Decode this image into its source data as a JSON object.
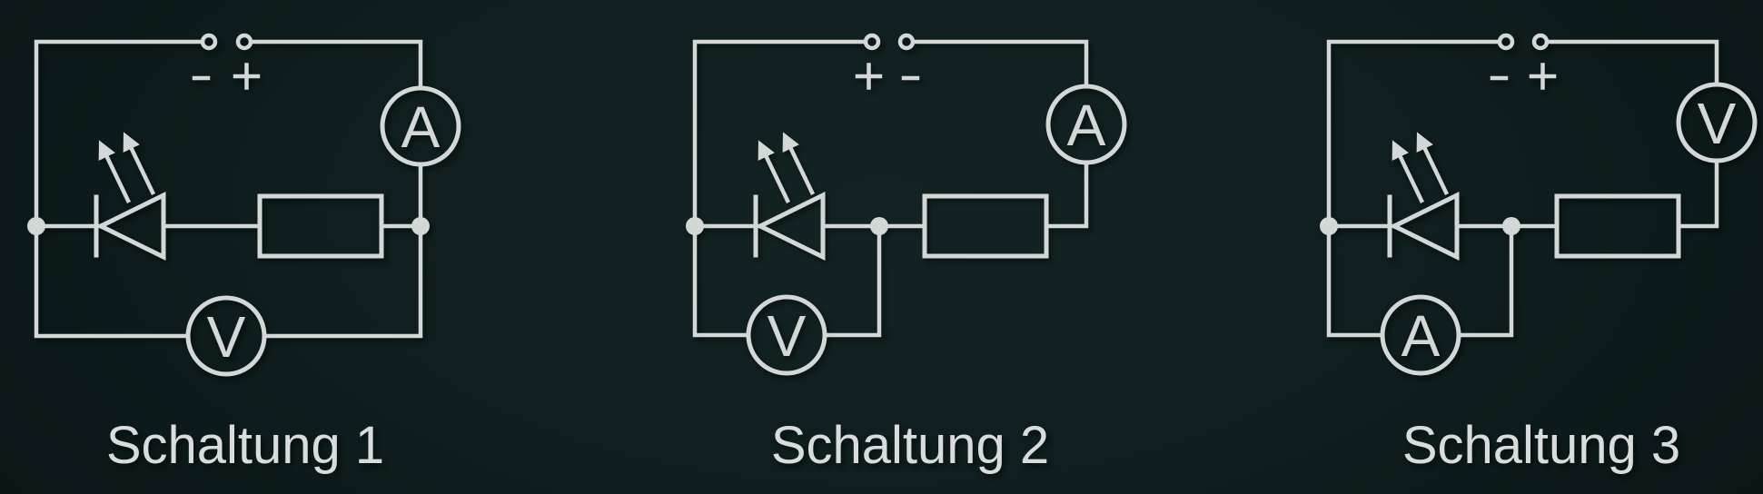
{
  "canvas": {
    "background_color": "#0e1c1d",
    "line_color": "#d3d8d7",
    "text_color": "#d8dcdb"
  },
  "circuits": [
    {
      "label": "Schaltung 1",
      "polarity_left": "-",
      "polarity_right": "+",
      "top_meter_letter": "A",
      "bottom_meter_letter": "V",
      "components": [
        "battery-terminals",
        "led",
        "resistor",
        "ammeter-in-series",
        "voltmeter-across-led-and-resistor"
      ]
    },
    {
      "label": "Schaltung 2",
      "polarity_left": "+",
      "polarity_right": "-",
      "top_meter_letter": "A",
      "bottom_meter_letter": "V",
      "components": [
        "battery-terminals",
        "led",
        "resistor",
        "ammeter-in-series",
        "voltmeter-across-led"
      ]
    },
    {
      "label": "Schaltung 3",
      "polarity_left": "-",
      "polarity_right": "+",
      "top_meter_letter": "V",
      "bottom_meter_letter": "A",
      "components": [
        "battery-terminals",
        "led",
        "resistor",
        "voltmeter-in-series-branch",
        "ammeter-across-led"
      ]
    }
  ]
}
